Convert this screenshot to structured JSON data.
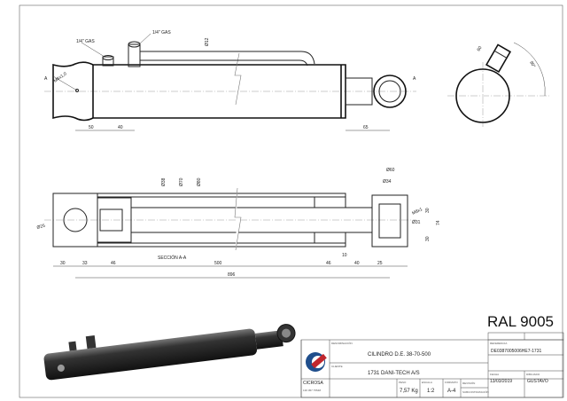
{
  "top_view": {
    "port_1_label": "1/4\" GAS",
    "port_2_label": "1/4\" GAS",
    "pipe_diameter": "Ø12",
    "thread_label": "M8x1,0",
    "section_mark_left": "A",
    "section_mark_right": "A",
    "dim_50": "50",
    "dim_40": "40",
    "dim_65": "65"
  },
  "side_view": {
    "dim_port": "60",
    "angle": "90°"
  },
  "section_view": {
    "title": "SECCIÓN A-A",
    "pin_bore": "Ø25",
    "rod_diameter": "Ø38",
    "bore_diameter": "Ø70",
    "tube_outer_diameter": "Ø80",
    "eye_outer": "Ø60",
    "eye_inner": "Ø34",
    "eye_bore": "Ø31",
    "grease_thread": "M8x1",
    "eye_half_1": "30",
    "eye_half_2": "30",
    "eye_height": "74",
    "dim_10": "10",
    "dims": [
      "30",
      "33",
      "46",
      "500",
      "46",
      "40",
      "25"
    ],
    "overall_length": "896"
  },
  "color_code": "RAL 9005",
  "title_block": {
    "company": "CICROSA",
    "company_sub": "136 057 75548",
    "designation_label": "DENOMINACIÓN",
    "designation": "CILINDRO D.E. 38-70-500",
    "client_label": "CLIENTE",
    "client": "1731  DANI-TECH A/S",
    "reference_label": "REFERENCIA",
    "reference": "DE0387005006HE7-1731",
    "weight_label": "PESO",
    "weight": "7,57 Kg",
    "scale_label": "ESCALA",
    "scale": "1:2",
    "format_label": "FORMATO",
    "format": "A-4",
    "date_label": "FECHA",
    "date": "13/03/2019",
    "drawn_label": "DIBUJADO",
    "drawn_by": "GUSTAVO",
    "revision_label": "REVISIÓN",
    "sub_revision_label": "SUBCONTRATACIÓN"
  },
  "colors": {
    "line": "#222222",
    "render": "#2a2a2a",
    "logo_red": "#c0262d",
    "logo_blue": "#1f4e8c"
  }
}
